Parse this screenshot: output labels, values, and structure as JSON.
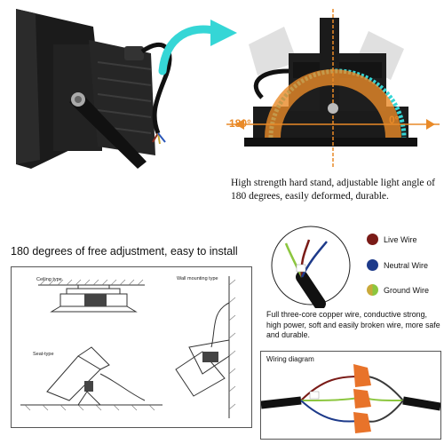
{
  "top_caption": "High strength hard stand, adjustable light angle of 180 degrees, easily deformed, durable.",
  "angle_left": "180°",
  "angle_right": "0°",
  "adjustment_heading": "180 degrees of free adjustment, easy to install",
  "install_types": {
    "ceiling": "Ceiling type",
    "wall": "Wall mounting type",
    "seat": "Seat-type"
  },
  "wires": [
    {
      "label": "Live Wire",
      "color": "#7a1b17"
    },
    {
      "label": "Neutral Wire",
      "color": "#1d3a8a"
    },
    {
      "label": "Ground Wire",
      "color": "#8cc63f"
    }
  ],
  "wire_caption": "Full three-core copper wire, conductive strong, high power, soft and easily broken wire, more safe and durable.",
  "wiring_diagram_title": "Wiring diagram",
  "colors": {
    "accent_orange": "#e98a28",
    "arrow_cyan": "#35d6d6",
    "housing_black": "#1b1b1b",
    "connector_orange": "#e8732a"
  }
}
